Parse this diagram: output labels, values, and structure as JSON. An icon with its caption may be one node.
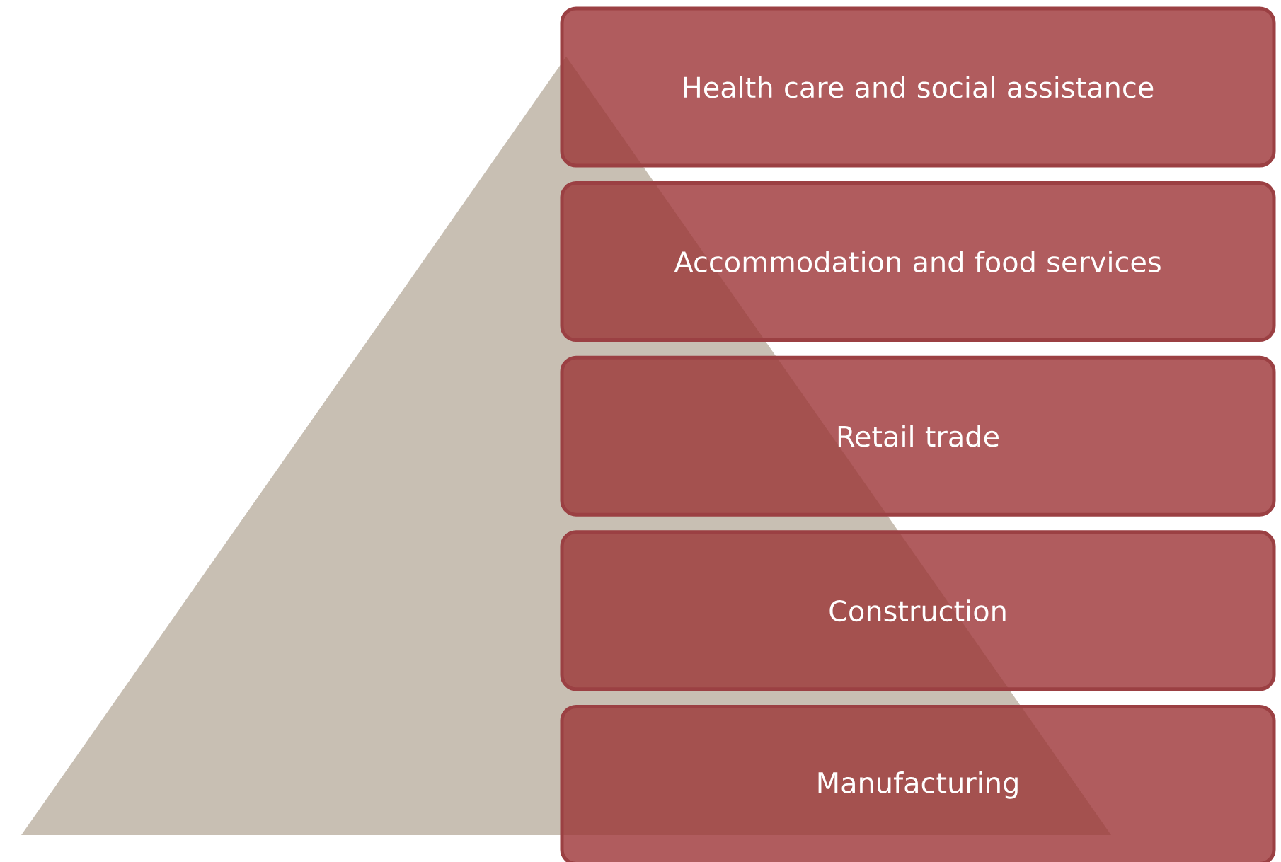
{
  "diagram": {
    "nodes": [
      {
        "text": [
          "Health care and social assistance"
        ]
      },
      {
        "text": [
          "Accommodation and food services"
        ]
      },
      {
        "text": [
          "Retail trade"
        ]
      },
      {
        "text": [
          "Construction"
        ]
      },
      {
        "text": [
          "Manufacturing"
        ]
      }
    ]
  }
}
